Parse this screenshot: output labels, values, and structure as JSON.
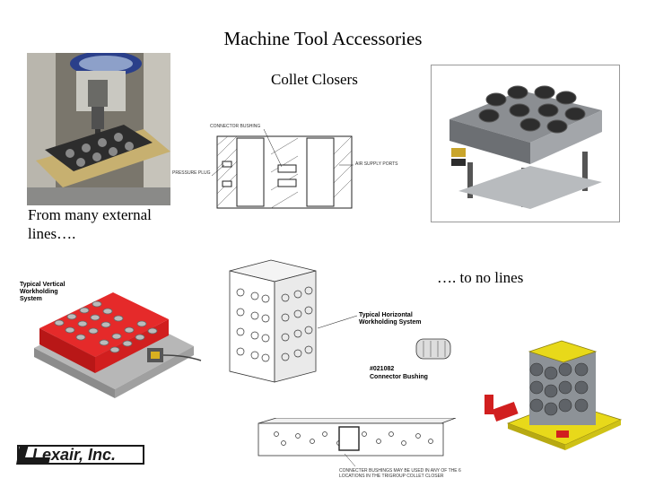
{
  "slide": {
    "title": "Machine Tool Accessories",
    "subtitle": "Collet Closers",
    "caption_left": "From many external lines….",
    "caption_right": "…. to no lines"
  },
  "diagram_labels": {
    "vertical_system": "Typical Vertical Workholding System",
    "horizontal_system": "Typical Horizontal Workholding System",
    "part_number": "#021082",
    "connector_bushing": "Connector Bushing",
    "connector_note": "CONNECTER BUSHINGS MAY BE USED IN ANY OF THE 6 LOCATIONS IN THE TRIGROUP COLLET CLOSER",
    "cross_section_label_1": "CONNECTOR BUSHING",
    "cross_section_label_2": "PRESSURE PLUG",
    "cross_section_label_3": "AIR SUPPLY PORTS"
  },
  "logo": {
    "text": "Lexair, Inc."
  },
  "colors": {
    "red_block": "#d11f1f",
    "steel": "#9ea3a8",
    "yellow_plate": "#e8d91a",
    "dark": "#2b2b2b"
  }
}
